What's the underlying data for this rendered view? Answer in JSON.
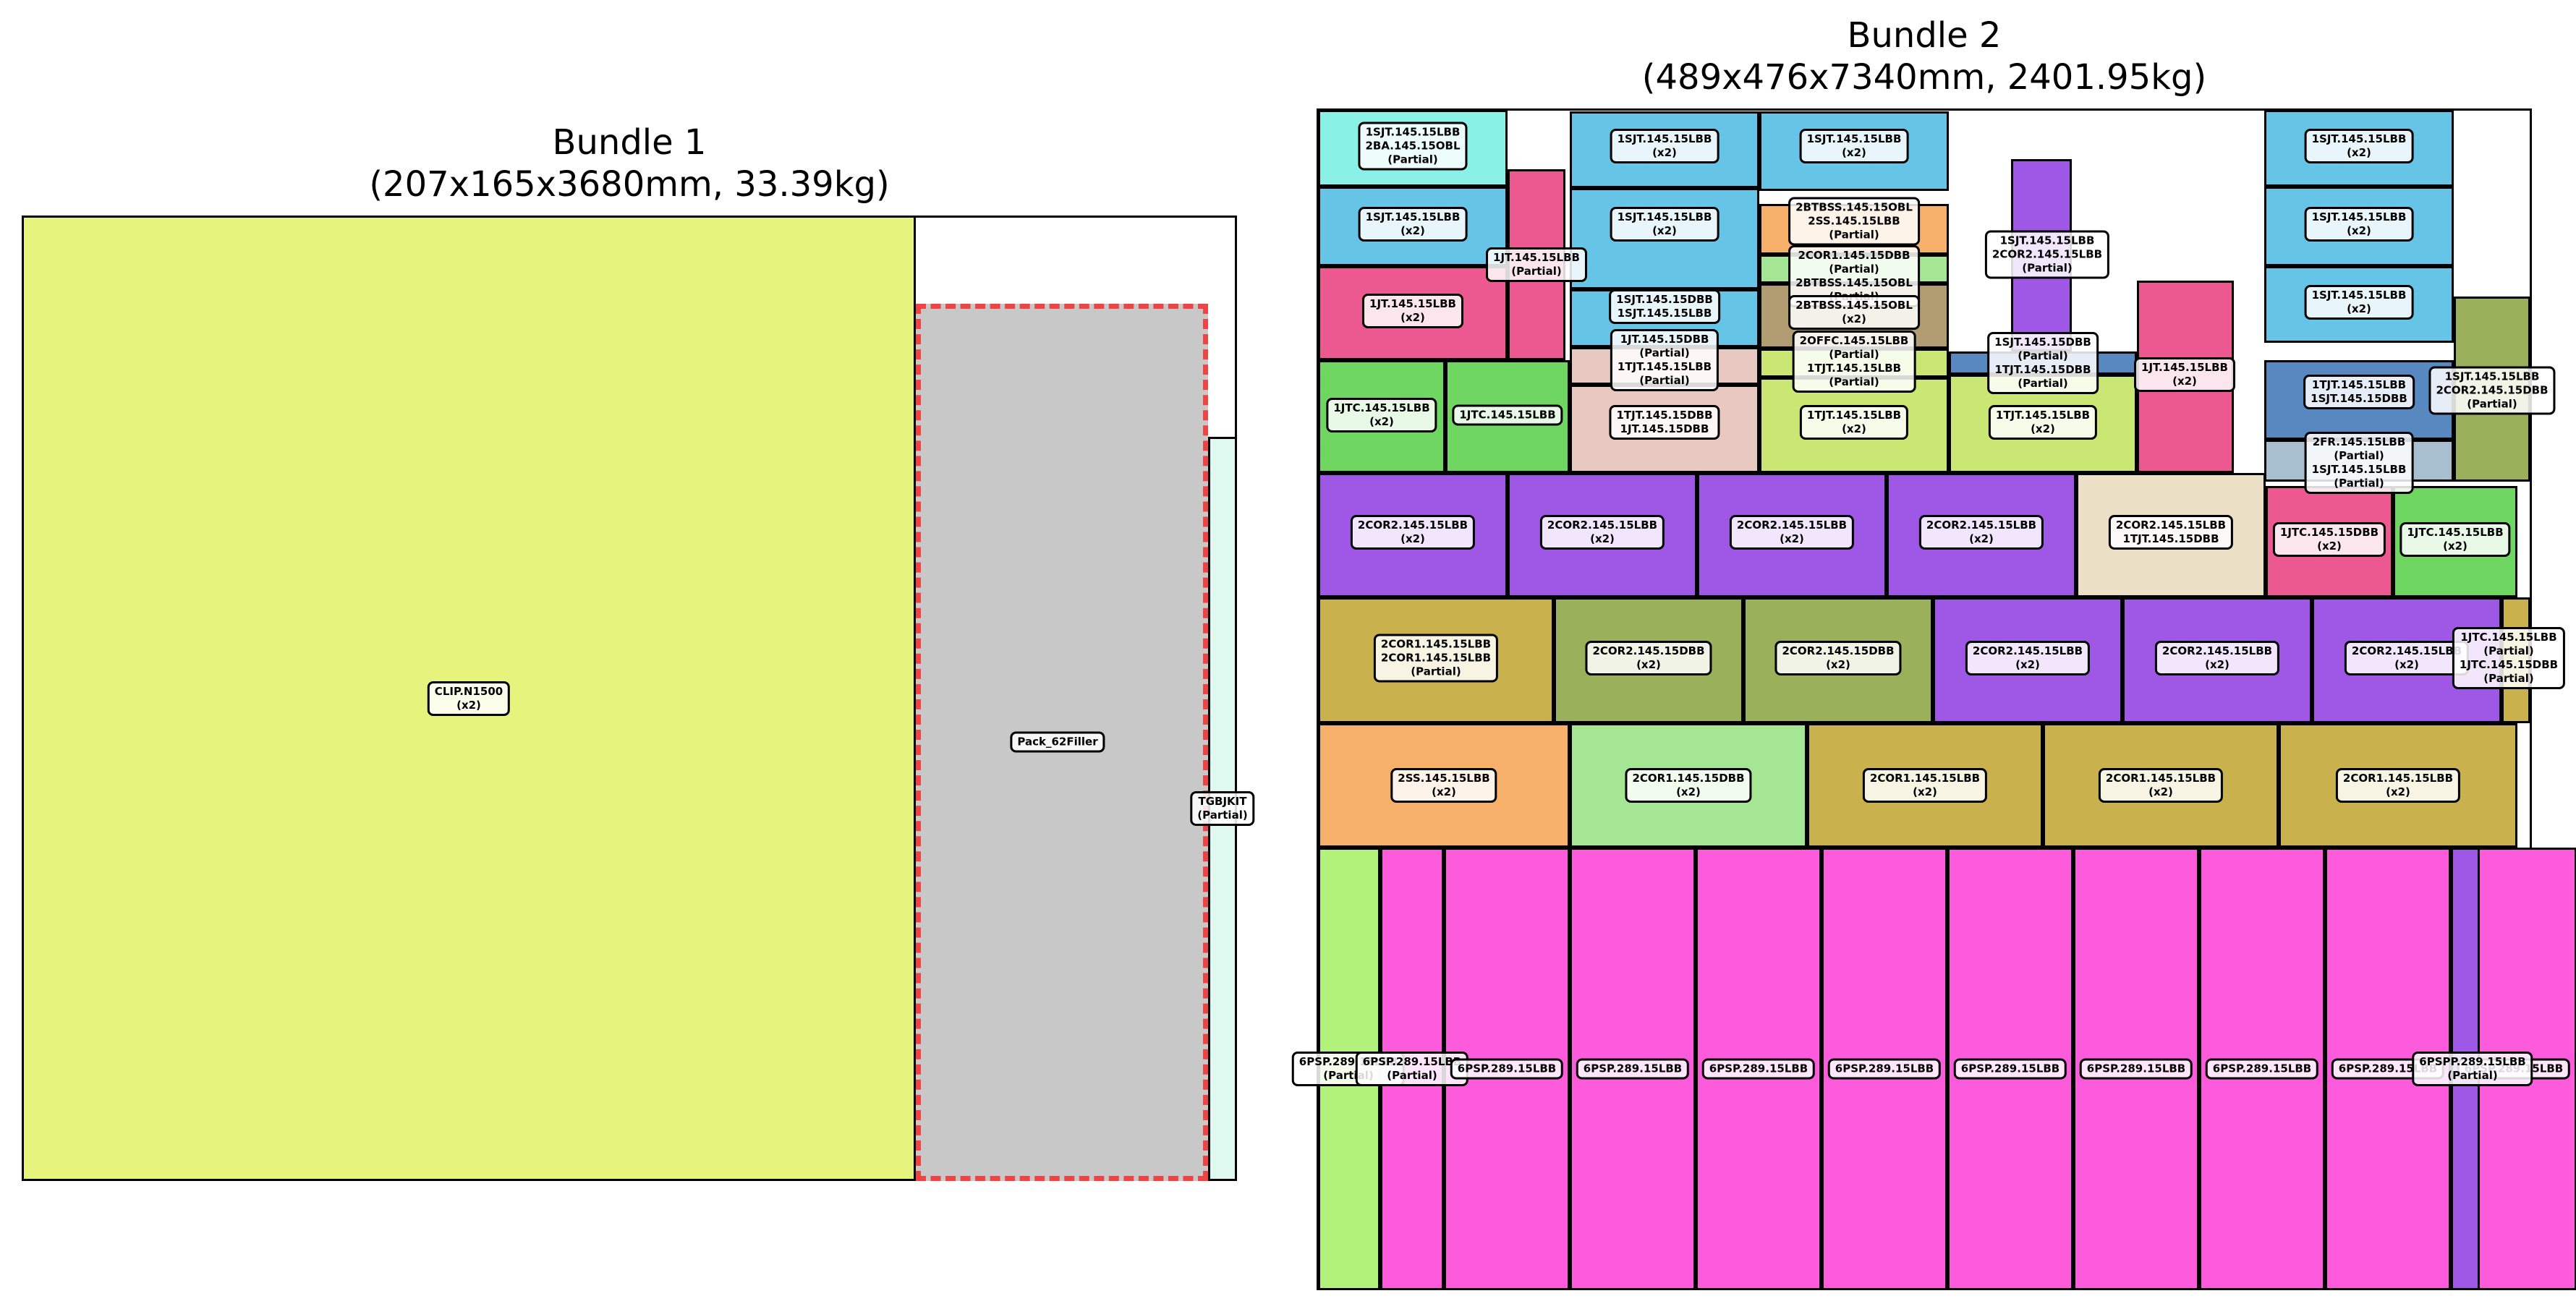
{
  "bundles": [
    {
      "title_line1": "Bundle 1",
      "title_line2": "(207x165x3680mm, 33.39kg)",
      "items": [
        {
          "lines": [
            "CLIP.N1500",
            "(x2)"
          ],
          "color": "#e6f47e"
        },
        {
          "lines": [
            "Pack_62Filler"
          ],
          "color": "#c8c8c8"
        },
        {
          "lines": [
            "TGBJKIT",
            "(Partial)"
          ],
          "color": "#dff9f0"
        }
      ]
    },
    {
      "title_line1": "Bundle 2",
      "title_line2": "(489x476x7340mm, 2401.95kg)",
      "items": [
        {
          "lines": [
            "1SJT.145.15LBB",
            "2BA.145.15OBL",
            "(Partial)"
          ],
          "color": "#89f1e6"
        },
        {
          "lines": [
            "1SJT.145.15LBB",
            "(x2)"
          ],
          "color": "#66c4e6"
        },
        {
          "lines": [
            "1JT.145.15LBB",
            "(x2)"
          ],
          "color": "#ec5890"
        },
        {
          "lines": [
            "1JT.145.15LBB",
            "(Partial)"
          ],
          "color": "#ec5890"
        },
        {
          "lines": [
            "1JTC.145.15LBB",
            "(x2)"
          ],
          "color": "#6fd761"
        },
        {
          "lines": [
            "1JTC.145.15LBB"
          ],
          "color": "#6fd761"
        },
        {
          "lines": [
            "1SJT.145.15LBB",
            "(x2)"
          ],
          "color": "#66c4e6"
        },
        {
          "lines": [
            "1SJT.145.15LBB",
            "(x2)"
          ],
          "color": "#66c4e6"
        },
        {
          "lines": [
            "1SJT.145.15DBB",
            "1SJT.145.15LBB"
          ],
          "color": "#66c4e6"
        },
        {
          "lines": [
            "1JT.145.15DBB",
            "(Partial)",
            "1TJT.145.15LBB",
            "(Partial)"
          ],
          "color": "#e8c8c0"
        },
        {
          "lines": [
            "1TJT.145.15DBB",
            "1JT.145.15DBB"
          ],
          "color": "#e8c8c0"
        },
        {
          "lines": [
            "1SJT.145.15LBB",
            "(x2)"
          ],
          "color": "#66c4e6"
        },
        {
          "lines": [
            "2BTBSS.145.15OBL",
            "2SS.145.15LBB",
            "(Partial)"
          ],
          "color": "#f6b06a"
        },
        {
          "lines": [
            "2COR1.145.15DBB",
            "(Partial)",
            "2BTBSS.145.15OBL",
            "(Partial)"
          ],
          "color": "#a4e694"
        },
        {
          "lines": [
            "2BTBSS.145.15OBL",
            "(x2)"
          ],
          "color": "#b29c72"
        },
        {
          "lines": [
            "2OFFC.145.15LBB",
            "(Partial)",
            "1TJT.145.15LBB",
            "(Partial)"
          ],
          "color": "#c9e772"
        },
        {
          "lines": [
            "1TJT.145.15LBB",
            "(x2)"
          ],
          "color": "#c9e772"
        },
        {
          "lines": [
            "1SJT.145.15LBB",
            "2COR2.145.15LBB",
            "(Partial)"
          ],
          "color": "#9f57e6"
        },
        {
          "lines": [
            "1SJT.145.15DBB",
            "(Partial)",
            "1TJT.145.15DBB",
            "(Partial)"
          ],
          "color": "#5888c0"
        },
        {
          "lines": [
            "1TJT.145.15LBB",
            "(x2)"
          ],
          "color": "#c9e772"
        },
        {
          "lines": [
            "1JT.145.15LBB",
            "(x2)"
          ],
          "color": "#ec5890"
        },
        {
          "lines": [
            "1SJT.145.15LBB",
            "(x2)"
          ],
          "color": "#66c4e6"
        },
        {
          "lines": [
            "1SJT.145.15LBB",
            "(x2)"
          ],
          "color": "#66c4e6"
        },
        {
          "lines": [
            "1SJT.145.15LBB",
            "(x2)"
          ],
          "color": "#66c4e6"
        },
        {
          "lines": [
            "1TJT.145.15LBB",
            "1SJT.145.15DBB"
          ],
          "color": "#5888c0"
        },
        {
          "lines": [
            "2FR.145.15LBB",
            "(Partial)",
            "1SJT.145.15LBB",
            "(Partial)"
          ],
          "color": "#a8bfcf"
        },
        {
          "lines": [
            "1SJT.145.15LBB",
            "2COR2.145.15DBB",
            "(Partial)"
          ],
          "color": "#9bb05a"
        },
        {
          "lines": [
            "2COR2.145.15LBB",
            "(x2)"
          ],
          "color": "#9f57e6"
        },
        {
          "lines": [
            "2COR2.145.15LBB",
            "(x2)"
          ],
          "color": "#9f57e6"
        },
        {
          "lines": [
            "2COR2.145.15LBB",
            "(x2)"
          ],
          "color": "#9f57e6"
        },
        {
          "lines": [
            "2COR2.145.15LBB",
            "(x2)"
          ],
          "color": "#9f57e6"
        },
        {
          "lines": [
            "2COR2.145.15LBB",
            "1TJT.145.15DBB"
          ],
          "color": "#ebdfc6"
        },
        {
          "lines": [
            "1JTC.145.15DBB",
            "(x2)"
          ],
          "color": "#ec5890"
        },
        {
          "lines": [
            "1JTC.145.15LBB",
            "(x2)"
          ],
          "color": "#6fd761"
        },
        {
          "lines": [
            "2COR1.145.15LBB",
            "2COR1.145.15LBB",
            "(Partial)"
          ],
          "color": "#c9b24e"
        },
        {
          "lines": [
            "2COR2.145.15DBB",
            "(x2)"
          ],
          "color": "#9bb05a"
        },
        {
          "lines": [
            "2COR2.145.15DBB",
            "(x2)"
          ],
          "color": "#9bb05a"
        },
        {
          "lines": [
            "2COR2.145.15LBB",
            "(x2)"
          ],
          "color": "#9f57e6"
        },
        {
          "lines": [
            "2COR2.145.15LBB",
            "(x2)"
          ],
          "color": "#9f57e6"
        },
        {
          "lines": [
            "2COR2.145.15LBB",
            "(x2)"
          ],
          "color": "#9f57e6"
        },
        {
          "lines": [
            "1JTC.145.15LBB",
            "(Partial)",
            "1JTC.145.15DBB",
            "(Partial)"
          ],
          "color": "#c9b24e"
        },
        {
          "lines": [
            "2SS.145.15LBB",
            "(x2)"
          ],
          "color": "#f6b06a"
        },
        {
          "lines": [
            "2COR1.145.15DBB",
            "(x2)"
          ],
          "color": "#a4e694"
        },
        {
          "lines": [
            "2COR1.145.15LBB",
            "(x2)"
          ],
          "color": "#c9b24e"
        },
        {
          "lines": [
            "2COR1.145.15LBB",
            "(x2)"
          ],
          "color": "#c9b24e"
        },
        {
          "lines": [
            "2COR1.145.15LBB",
            "(x2)"
          ],
          "color": "#c9b24e"
        },
        {
          "lines": [
            "6PSP.289.15LBB",
            "(Partial)"
          ],
          "color": "#b2f27a"
        },
        {
          "lines": [
            "6PSP.289.15LBB",
            "(Partial)"
          ],
          "color": "#fc5bdc"
        },
        {
          "lines": [
            "6PSP.289.15LBB"
          ],
          "color": "#fc5bdc"
        },
        {
          "lines": [
            "6PSP.289.15LBB"
          ],
          "color": "#fc5bdc"
        },
        {
          "lines": [
            "6PSP.289.15LBB"
          ],
          "color": "#fc5bdc"
        },
        {
          "lines": [
            "6PSP.289.15LBB"
          ],
          "color": "#fc5bdc"
        },
        {
          "lines": [
            "6PSP.289.15LBB"
          ],
          "color": "#fc5bdc"
        },
        {
          "lines": [
            "6PSP.289.15LBB"
          ],
          "color": "#fc5bdc"
        },
        {
          "lines": [
            "6PSP.289.15LBB"
          ],
          "color": "#fc5bdc"
        },
        {
          "lines": [
            "6PSP.289.15LBB"
          ],
          "color": "#fc5bdc"
        },
        {
          "lines": [
            "6PSP.289.15LBB"
          ],
          "color": "#fc5bdc"
        },
        {
          "lines": [
            "6PSPP.289.15LBB",
            "(Partial)"
          ],
          "color": "#9f57e6"
        }
      ]
    }
  ]
}
